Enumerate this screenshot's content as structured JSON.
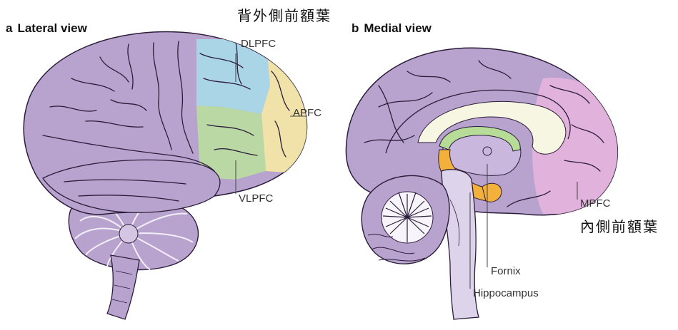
{
  "panel_a": {
    "letter": "a",
    "title": "Lateral view",
    "labels": {
      "dlpfc": "DLPFC",
      "apfc": "APFC",
      "vlpfc": "VLPFC"
    }
  },
  "panel_b": {
    "letter": "b",
    "title": "Medial view",
    "labels": {
      "mpfc": "MPFC",
      "fornix": "Fornix",
      "hippocampus": "Hippocampus"
    }
  },
  "annotations": {
    "dlpfc_chinese": "背外側前額葉",
    "mpfc_chinese": "內側前額葉"
  },
  "colors": {
    "brain": "#b8a3cf",
    "brain_dark": "#a48dbf",
    "sulcus": "#2b1d3a",
    "dlpfc": "#a8d8e8",
    "vlpfc": "#b8dba0",
    "apfc": "#f2e6a6",
    "mpfc": "#e6b4dc",
    "corpus_callosum": "#f7f6e2",
    "fornix": "#b7dc98",
    "hippocampus": "#f3b13c",
    "brainstem": "#ddd3ea",
    "cerebellum_white": "#f7f4fb"
  }
}
